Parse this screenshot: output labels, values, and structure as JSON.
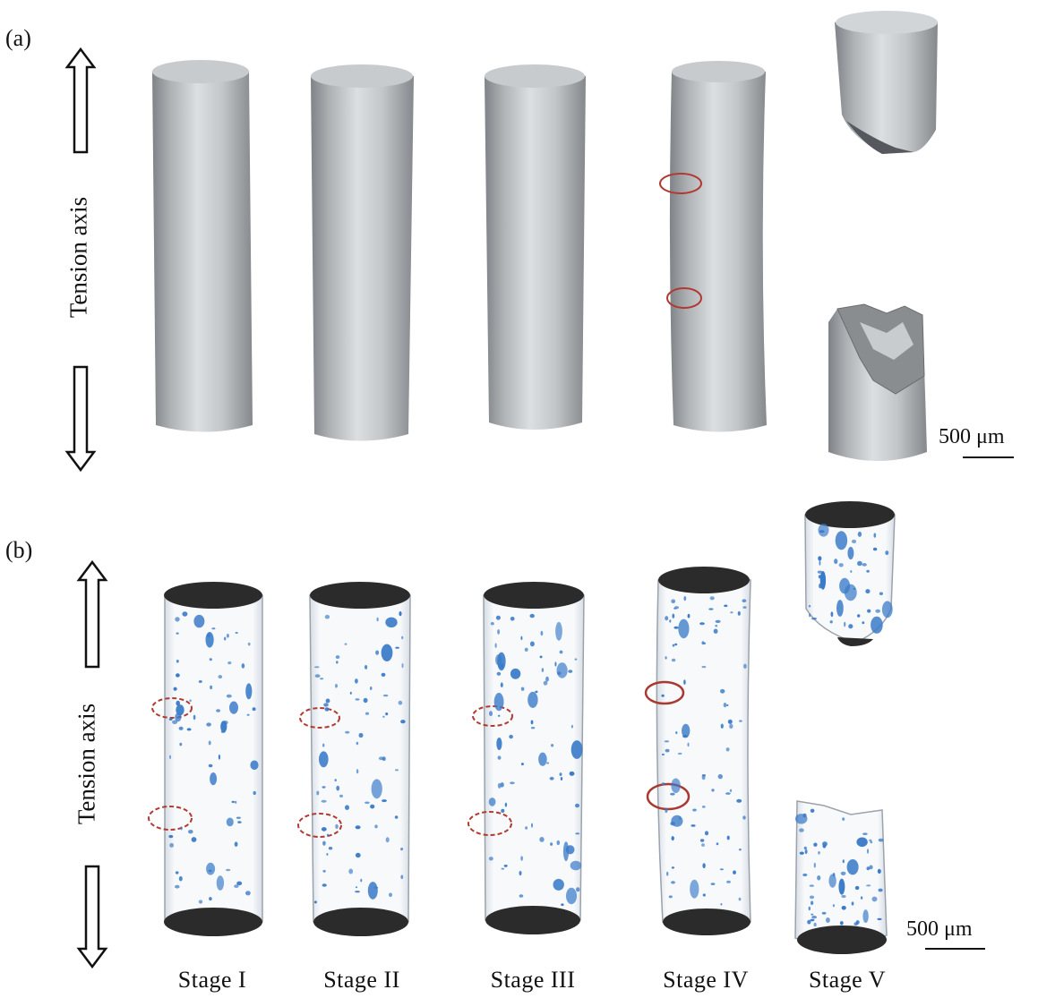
{
  "panel_labels": {
    "a": "(a)",
    "b": "(b)"
  },
  "axis_label": "Tension axis",
  "scale_bar": "500 μm",
  "stages": [
    "Stage I",
    "Stage II",
    "Stage III",
    "Stage IV",
    "Stage V"
  ],
  "colors": {
    "surface": "#b9bcbf",
    "pore": "#3a7bc8",
    "marker": "#b03a32",
    "cap": "#2b2b2b"
  }
}
